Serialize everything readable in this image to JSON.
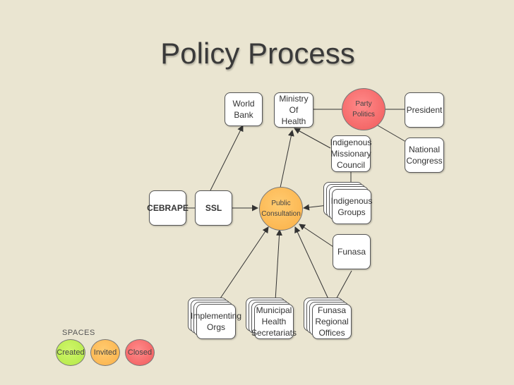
{
  "title": "Policy Process",
  "nodes": {
    "world_bank": "World\nBank",
    "ministry_of_health": "Ministry\nOf\nHealth",
    "party_politics": "Party\nPolitics",
    "president": "President",
    "indigenous_missionary_council": "Indigenous\nMissionary\nCouncil",
    "national_congress": "National\nCongress",
    "cebrape": "CEBRAPE",
    "ssl": "SSL",
    "public_consultation": "Public\nConsultation",
    "indigenous_groups": "Indigenous\nGroups",
    "funasa": "Funasa",
    "implementing_orgs": "Implementing\nOrgs",
    "municipal_health_secretariats": "Municipal\nHealth\nSecretariats",
    "funasa_regional_offices": "Funasa\nRegional\nOffices"
  },
  "legend": {
    "label": "SPACES",
    "created": "Created",
    "invited": "Invited",
    "closed": "Closed"
  },
  "colors": {
    "background": "#eae5d1",
    "created": "#b2e846",
    "invited": "#fbb047",
    "closed": "#f05a5a"
  }
}
